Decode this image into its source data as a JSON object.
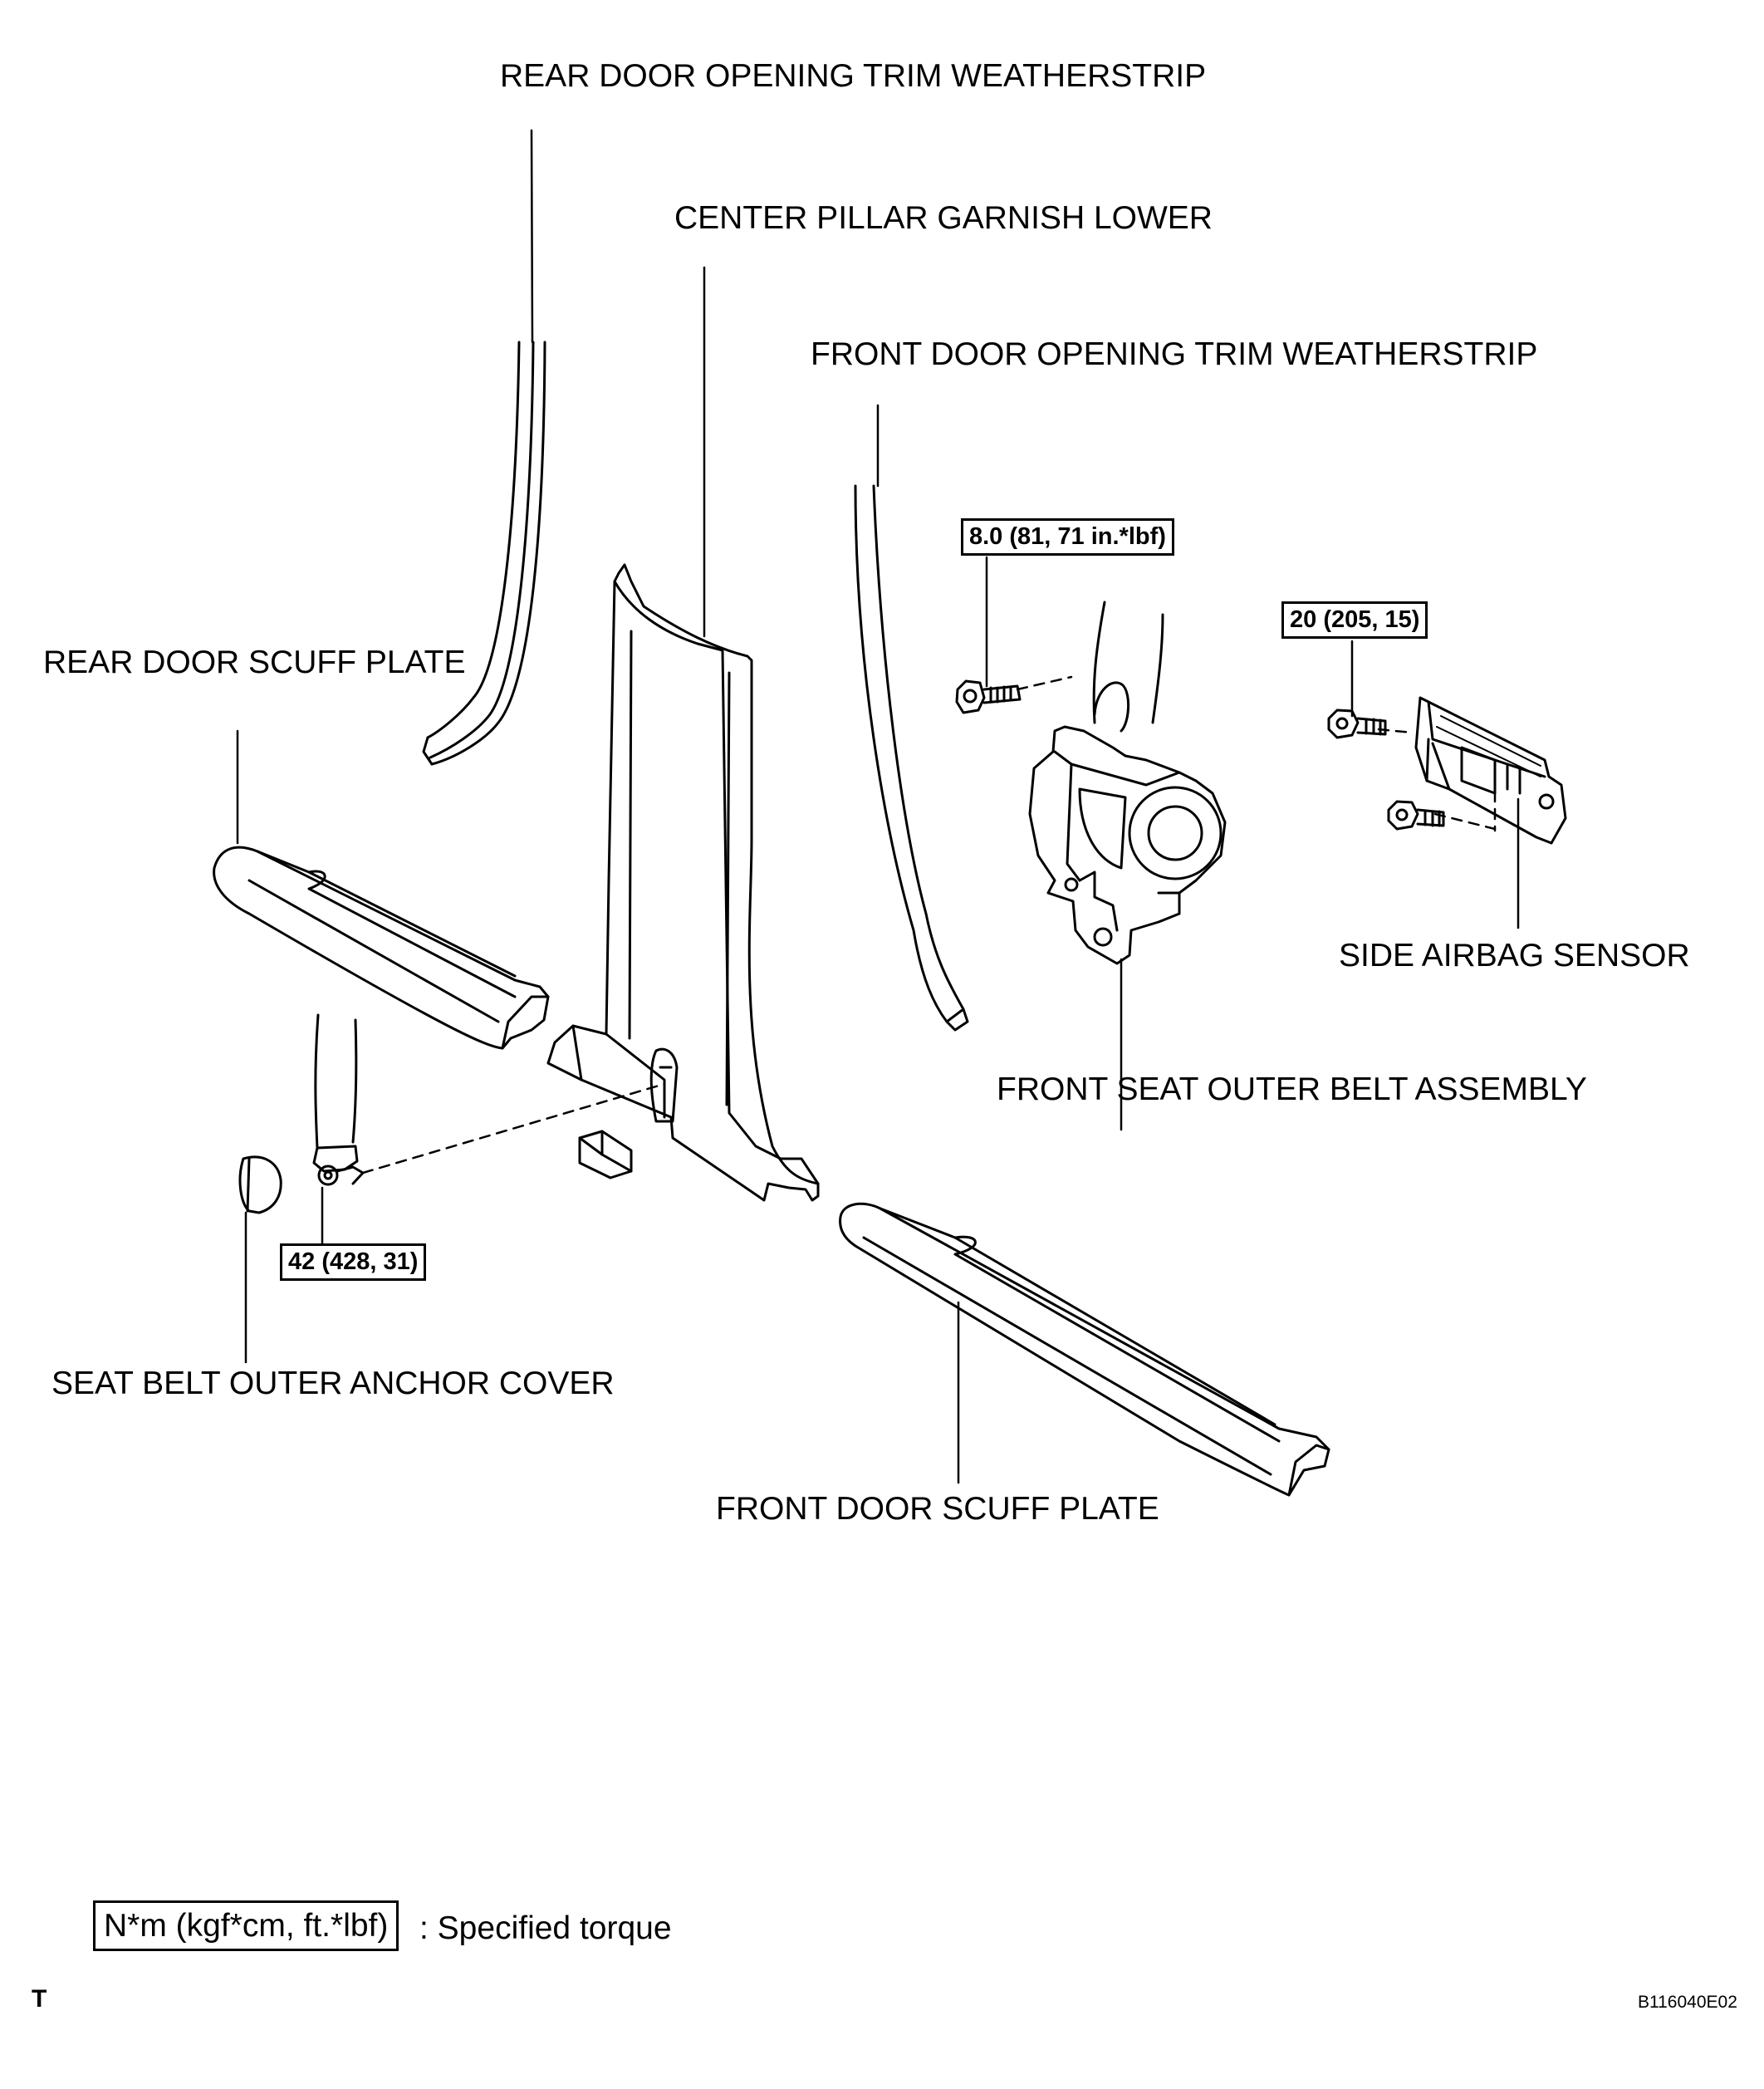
{
  "labels": {
    "rear_weatherstrip": "REAR DOOR OPENING TRIM WEATHERSTRIP",
    "center_pillar": "CENTER PILLAR GARNISH LOWER",
    "front_weatherstrip": "FRONT DOOR OPENING TRIM WEATHERSTRIP",
    "rear_scuff": "REAR DOOR SCUFF PLATE",
    "side_airbag_sensor": "SIDE AIRBAG SENSOR",
    "front_seat_belt": "FRONT SEAT OUTER BELT ASSEMBLY",
    "anchor_cover": "SEAT BELT OUTER ANCHOR COVER",
    "front_scuff": "FRONT DOOR SCUFF PLATE"
  },
  "torques": {
    "belt_bolt": "8.0 (81, 71 in.*lbf)",
    "sensor_bolt": "20 (205, 15)",
    "anchor_bolt": "42 (428, 31)"
  },
  "legend": {
    "unit": "N*m (kgf*cm, ft.*lbf)",
    "description": ": Specified torque"
  },
  "footer": {
    "corner_mark": "T",
    "code": "B116040E02"
  }
}
